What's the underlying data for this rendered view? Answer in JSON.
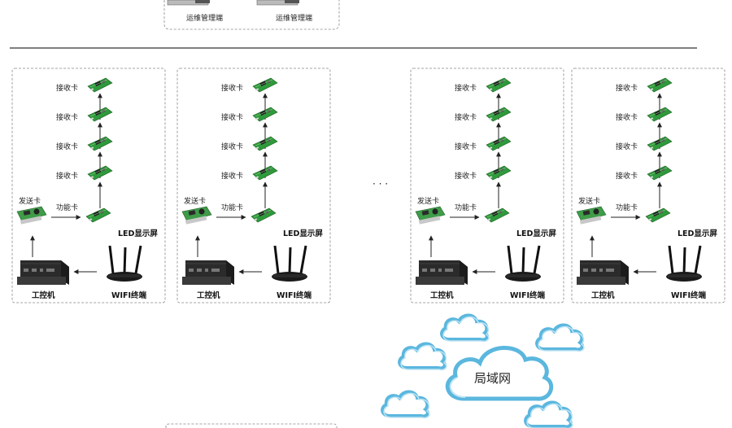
{
  "top": {
    "admin_label_1": "运维管理端",
    "admin_label_2": "运维管理端"
  },
  "units": [
    {
      "receivers": [
        "接收卡",
        "接收卡",
        "接收卡",
        "接收卡"
      ],
      "sender": "发送卡",
      "function": "功能卡",
      "led": "LED显示屏",
      "pc": "工控机",
      "wifi": "WIFI终端"
    },
    {
      "receivers": [
        "接收卡",
        "接收卡",
        "接收卡",
        "接收卡"
      ],
      "sender": "发送卡",
      "function": "功能卡",
      "led": "LED显示屏",
      "pc": "工控机",
      "wifi": "WIFI终端"
    },
    {
      "receivers": [
        "接收卡",
        "接收卡",
        "接收卡",
        "接收卡"
      ],
      "sender": "发送卡",
      "function": "功能卡",
      "led": "LED显示屏",
      "pc": "工控机",
      "wifi": "WIFI终端"
    },
    {
      "receivers": [
        "接收卡",
        "接收卡",
        "接收卡",
        "接收卡"
      ],
      "sender": "发送卡",
      "function": "功能卡",
      "led": "LED显示屏",
      "pc": "工控机",
      "wifi": "WIFI终端"
    }
  ],
  "ellipsis": "· · ·",
  "cloud": {
    "label": "局域网",
    "color": "#5bb7de"
  }
}
